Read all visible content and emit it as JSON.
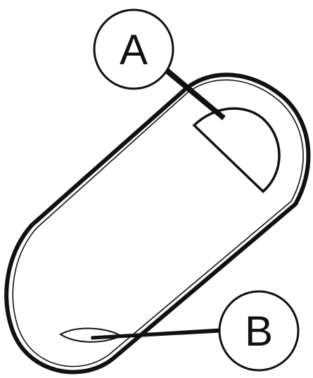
{
  "diagram": {
    "callouts": [
      {
        "id": "a",
        "label": "A"
      },
      {
        "id": "b",
        "label": "B"
      }
    ],
    "colors": {
      "stroke": "#111111",
      "background": "#ffffff"
    }
  }
}
